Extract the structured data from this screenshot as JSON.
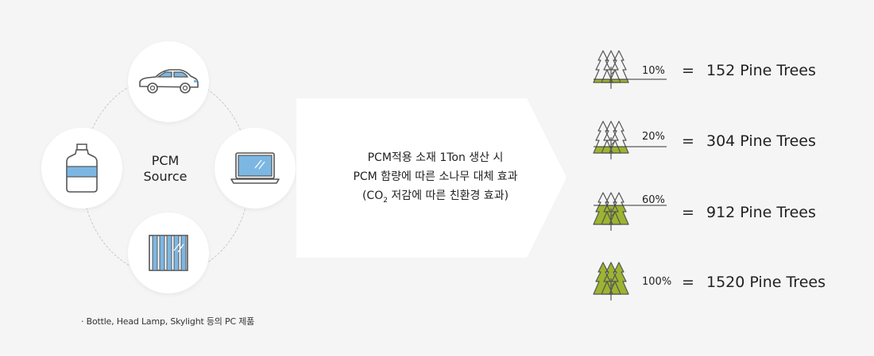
{
  "source": {
    "center_label_line1": "PCM",
    "center_label_line2": "Source",
    "items": [
      {
        "name": "car",
        "icon": "car-icon"
      },
      {
        "name": "laptop",
        "icon": "laptop-icon"
      },
      {
        "name": "skylight",
        "icon": "skylight-icon"
      },
      {
        "name": "bottle",
        "icon": "bottle-icon"
      }
    ],
    "footnote": "· Bottle, Head Lamp, Skylight 등의 PC 제품"
  },
  "arrow": {
    "line1": "PCM적용 소재 1Ton 생산 시",
    "line2": "PCM 함량에 따른 소나무 대체 효과",
    "line3_prefix": "(CO",
    "line3_sub": "2",
    "line3_suffix": " 저감에 따른 친환경 효과)"
  },
  "results": [
    {
      "percent_label": "10%",
      "fill": 0.1,
      "equals": "=",
      "value": "152 Pine Trees"
    },
    {
      "percent_label": "20%",
      "fill": 0.2,
      "equals": "=",
      "value": "304 Pine Trees"
    },
    {
      "percent_label": "60%",
      "fill": 0.6,
      "equals": "=",
      "value": "912 Pine Trees"
    },
    {
      "percent_label": "100%",
      "fill": 1.0,
      "equals": "=",
      "value": "1520 Pine Trees"
    }
  ],
  "colors": {
    "tree_fill": "#9cb430",
    "tree_stroke": "#555555",
    "icon_blue": "#7cb7e3",
    "arrow_bg": "#ffffff"
  }
}
